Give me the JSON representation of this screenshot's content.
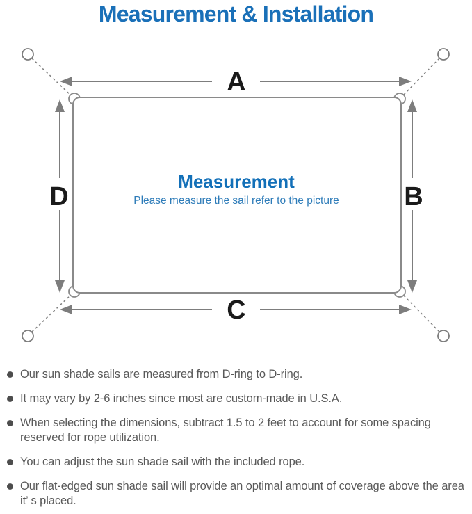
{
  "colors": {
    "title_blue": "#1a70b8",
    "center_heading_blue": "#1370b8",
    "center_subtitle_blue": "#2e7cb9",
    "diagram_line_gray": "#7d7d7d",
    "note_text_gray": "#595959"
  },
  "header": {
    "title": "Measurement & Installation"
  },
  "diagram": {
    "side_labels": {
      "top": "A",
      "right": "B",
      "bottom": "C",
      "left": "D"
    },
    "center": {
      "heading": "Measurement",
      "subtitle": "Please measure the sail refer to the picture"
    }
  },
  "notes": {
    "items": [
      "Our sun shade sails are measured from D-ring to D-ring.",
      "It may vary by 2-6 inches since most are custom-made in U.S.A.",
      "When selecting the dimensions, subtract 1.5 to 2 feet to account for some spacing reserved for rope utilization.",
      "You can adjust the sun shade sail with the included rope.",
      "Our flat-edged sun shade sail will provide an optimal amount of coverage above the area it’ s placed."
    ]
  }
}
